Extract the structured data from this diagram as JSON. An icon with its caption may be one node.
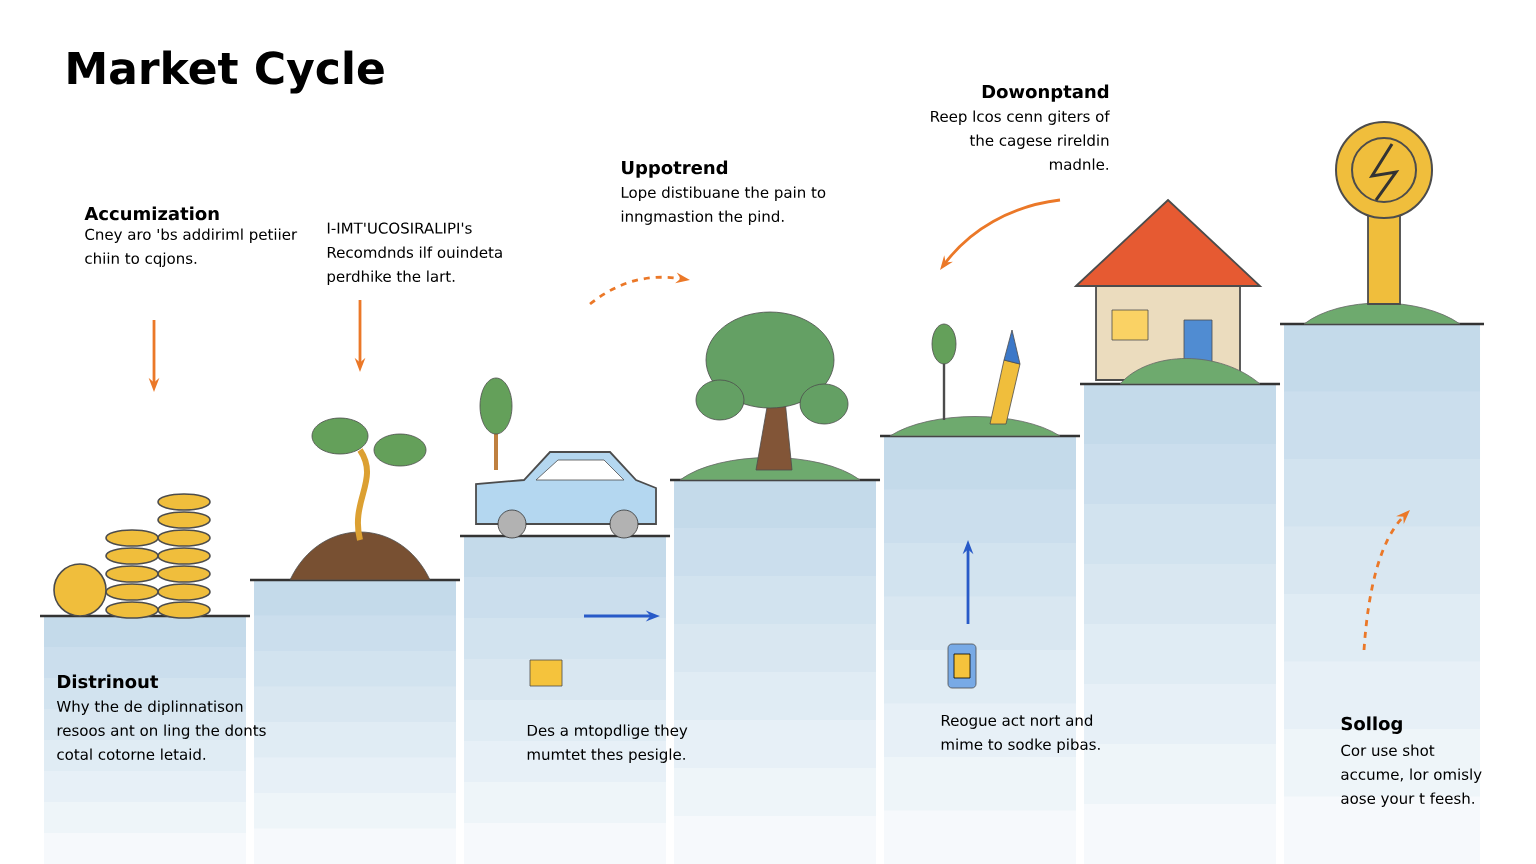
{
  "diagram": {
    "title": "Market Cycle",
    "labels": [
      "Accumization",
      "Cney aro 'bs addiriml petiier chiin to cqjons.",
      "I-IMT'UCOSIRALIPI's",
      "Recomdnds ilf ouindeta perdhike the lart.",
      "Uppotrend",
      "Lope distibuane the pain to inngmastion the pind.",
      "Dowonptand",
      "Reep lcos cenn giters of the cagese rireldin madnle.",
      "Distrinout",
      "Why the de diplinnatison resoos ant on ling the donts cotal cotorne letaid.",
      "Des a mtopdlige they mumtet thes pesigle.",
      "Reogue act nort and mime to sodke pibas.",
      "Sollog",
      "Cor use shot accume, lor omisly aose your t feesh."
    ]
  }
}
